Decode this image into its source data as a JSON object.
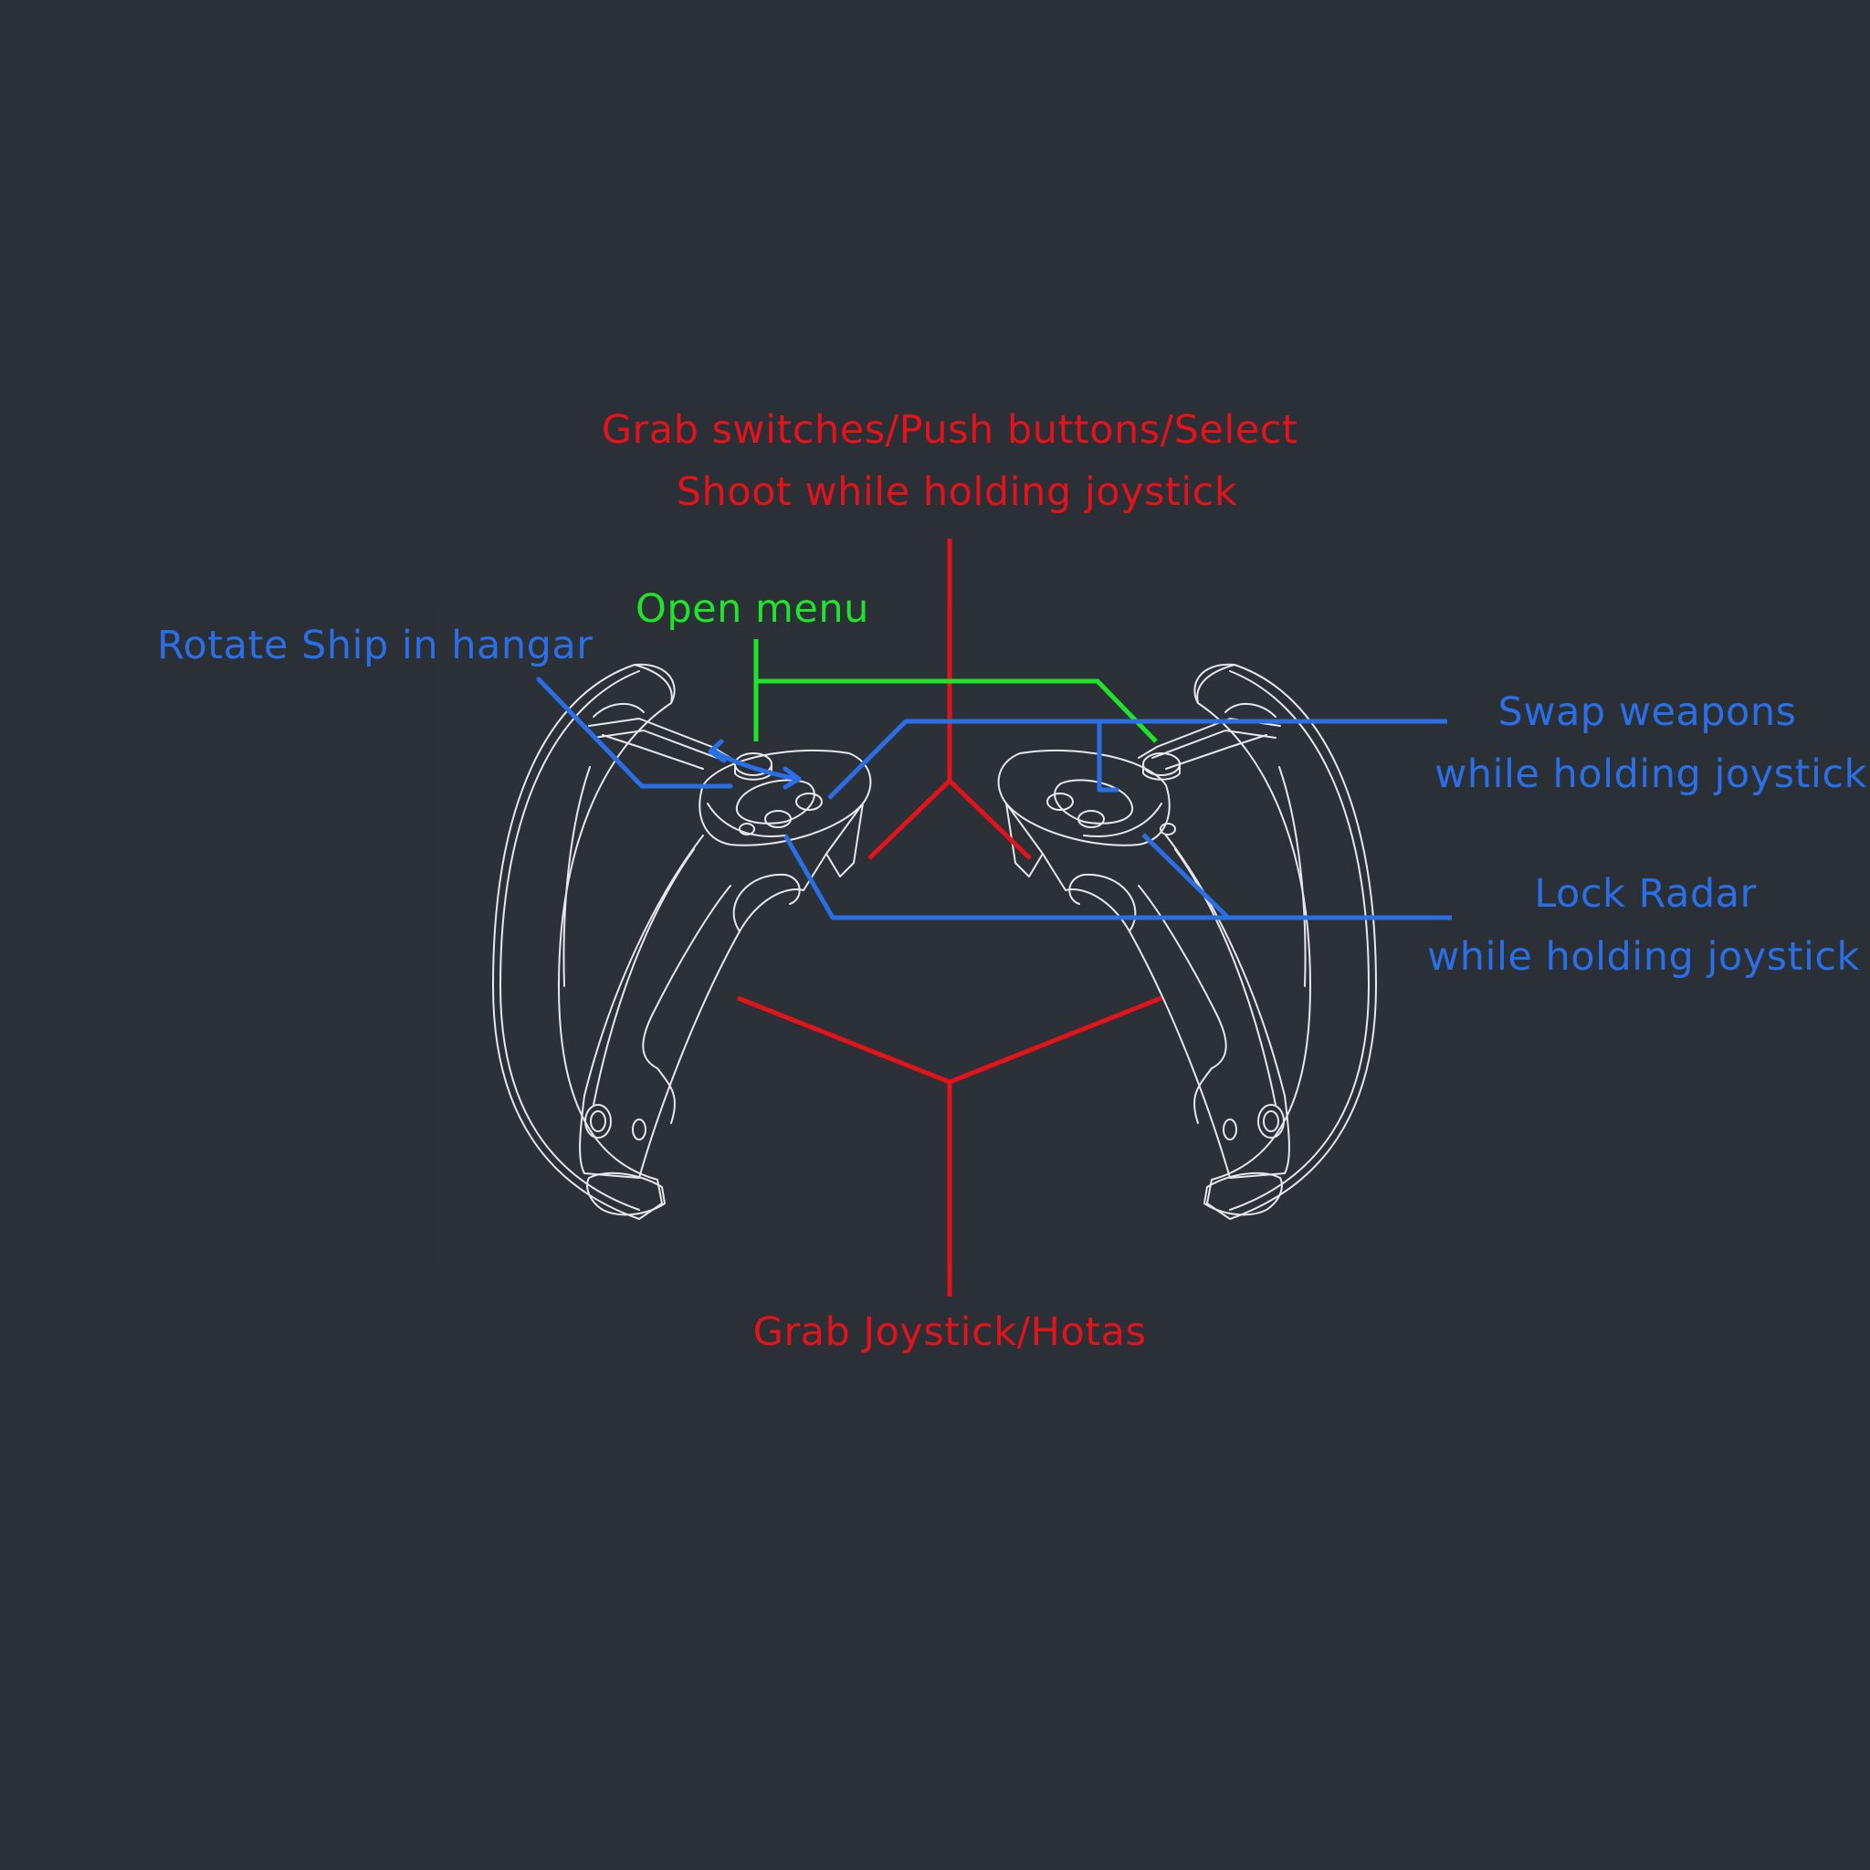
{
  "colors": {
    "background": "#2b2f36",
    "red": "#e3121b",
    "green": "#20e32b",
    "blue": "#2a6fe6",
    "controller_outline": "#e6e8ec"
  },
  "labels": {
    "grab_switches": "Grab switches/Push buttons/Select",
    "shoot": "Shoot while holding joystick",
    "open_menu": "Open menu",
    "rotate_ship": "Rotate Ship in hangar",
    "swap_weapons_1": "Swap weapons",
    "swap_weapons_2": "while holding joystick",
    "lock_radar_1": "Lock Radar",
    "lock_radar_2": "while holding joystick",
    "grab_joystick": "Grab Joystick/Hotas"
  }
}
